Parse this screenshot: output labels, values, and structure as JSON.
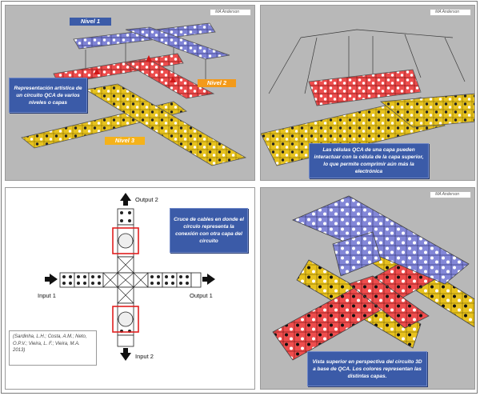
{
  "panels": {
    "p1": {
      "credit": "MA Anderson",
      "caption": "Representación artística de un circuito QCA de varios niveles o capas",
      "level_1": "Nivel 1",
      "level_2": "Nivel 2",
      "level_3": "Nivel 3"
    },
    "p2": {
      "credit": "MA Anderson",
      "caption": "Las células QCA de una capa pueden interactuar con la célula de la capa superior, lo que permite comprimir aún más la electrónica"
    },
    "p3": {
      "output_2": "Output 2",
      "input_1": "Input 1",
      "output_1": "Output 1",
      "input_2": "Input 2",
      "caption": "Cruce de cables en donde el círculo representa la conexión con otra capa del circuito",
      "citation": "(Sardinha, L.H.; Costa, A.M.; Neto, O.P.V.; Vieira, L. F.; Vieira, M.A. 2013)"
    },
    "p4": {
      "credit": "MA Anderson",
      "caption": "Vista superior en perspectiva del circuito 3D a base de QCA. Los colores representan las distintas capas."
    }
  },
  "colors": {
    "blue_layer": "#7f83d6",
    "red_layer": "#ee4d4d",
    "gold_layer": "#e8c21e",
    "scene_bg": "#b9b9b9",
    "caption_box": "#3b5ba8",
    "highlight": "#e02020"
  }
}
